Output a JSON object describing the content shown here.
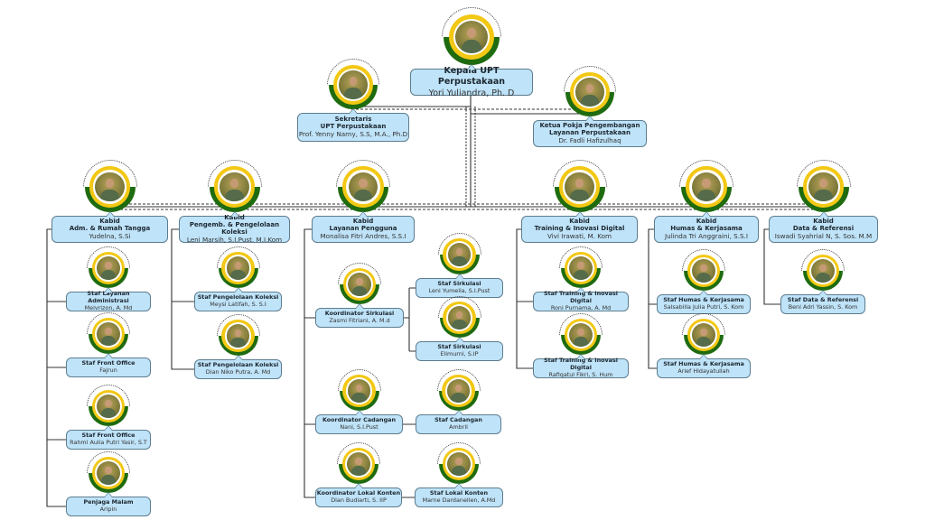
{
  "head": {
    "role": "Kepala UPT Perpustakaan",
    "name": "Yori Yuliandra, Ph. D"
  },
  "secretary": {
    "role": "Sekretaris\nUPT Perpustakaan",
    "name": "Prof. Yenny Narny, S.S, M.A., Ph.D"
  },
  "pokja": {
    "role": "Ketua Pokja Pengembangan\nLayanan Perpustakaan",
    "name": "Dr. Fadli Hafizulhaq"
  },
  "divisions": [
    {
      "role": "Kabid\nAdm. & Rumah Tangga",
      "name": "Yudelna, S.Si",
      "staff": [
        {
          "role": "Staf Layanan Administrasi",
          "name": "Meivrizon, A. Md"
        },
        {
          "role": "Staf Front Office",
          "name": "Fajrun"
        },
        {
          "role": "Staf Front Office",
          "name": "Rahmi Aulia Putri Yasir, S.T"
        },
        {
          "role": "Penjaga Malam",
          "name": "Aripin"
        }
      ]
    },
    {
      "role": "Kabid\nPengemb. & Pengelolaan Koleksi",
      "name": "Leni Marsih, S.I.Pust. M.I.Kom",
      "staff": [
        {
          "role": "Staf Pengelolaan Koleksi",
          "name": "Meysi Latifah, S. S.I"
        },
        {
          "role": "Staf Pengelolaan Koleksi",
          "name": "Dian Niko Putra, A. Md"
        }
      ]
    },
    {
      "role": "Kabid\nLayanan Pengguna",
      "name": "Monalisa Fitri Andres, S.S.I",
      "staff": [
        {
          "role": "Koordinator Sirkulasi",
          "name": "Zasmi Fitriani, A. M.d"
        },
        {
          "role": "Staf Sirkulasi",
          "name": "Leni Yumelia, S.I.Pust"
        },
        {
          "role": "Staf Sirkulasi",
          "name": "Elimurni, S.IP"
        },
        {
          "role": "Koordinator Cadangan",
          "name": "Nani, S.I.Pust"
        },
        {
          "role": "Staf Cadangan",
          "name": "Ambril"
        },
        {
          "role": "Koordinator Lokal Konten",
          "name": "Dian Budiarti, S. IIP"
        },
        {
          "role": "Staf Lokal Konten",
          "name": "Marne Dardanellen, A.Md"
        }
      ]
    },
    {
      "role": "Kabid\nTraining & Inovasi Digital",
      "name": "Vivi Irawati, M. Kom",
      "staff": [
        {
          "role": "Staf Training & Inovasi Digital",
          "name": "Roni Purnama, A. Md"
        },
        {
          "role": "Staf Training & Inovasi Digital",
          "name": "Rafiqatul Fikri, S. Hum"
        }
      ]
    },
    {
      "role": "Kabid\nHumas & Kerjasama",
      "name": "Julinda Tri Anggraini, S.S.I",
      "staff": [
        {
          "role": "Staf Humas & Kerjasama",
          "name": "Salsabilla Julia Putri, S. Kom"
        },
        {
          "role": "Staf Humas & Kerjasama",
          "name": "Arief Hidayatullah"
        }
      ]
    },
    {
      "role": "Kabid\nData & Referensi",
      "name": "Iswadi Syahrial N, S. Sos. M.M",
      "staff": [
        {
          "role": "Staf Data & Referensi",
          "name": "Beni Adri Yassin, S. Kom"
        }
      ]
    }
  ],
  "colors": {
    "box": "#bfe3f8",
    "green": "#1e6b10",
    "yellow": "#f3c814"
  }
}
